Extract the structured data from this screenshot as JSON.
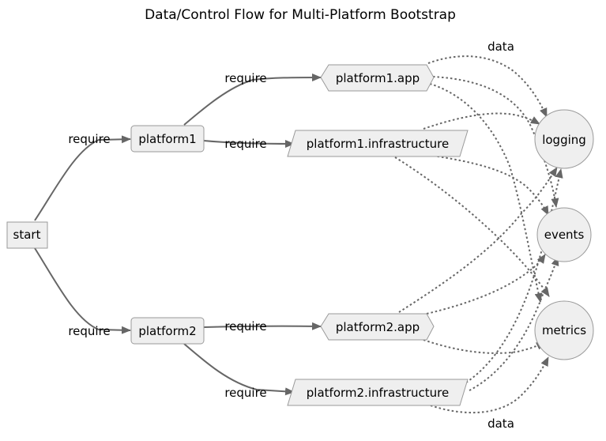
{
  "title": "Data/Control Flow for Multi-Platform Bootstrap",
  "nodes": {
    "start": "start",
    "platform1": "platform1",
    "platform2": "platform2",
    "p1_app": "platform1.app",
    "p1_infra": "platform1.infrastructure",
    "p2_app": "platform2.app",
    "p2_infra": "platform2.infrastructure",
    "logging": "logging",
    "events": "events",
    "metrics": "metrics"
  },
  "edge_labels": {
    "start_platform1": "require",
    "start_platform2": "require",
    "platform1_app": "require",
    "platform1_infra": "require",
    "platform2_app": "require",
    "platform2_infra": "require",
    "data_top": "data",
    "data_bottom": "data"
  },
  "colors": {
    "node_fill": "#efefef",
    "node_stroke": "#9a9a9a",
    "edge": "#666666"
  }
}
